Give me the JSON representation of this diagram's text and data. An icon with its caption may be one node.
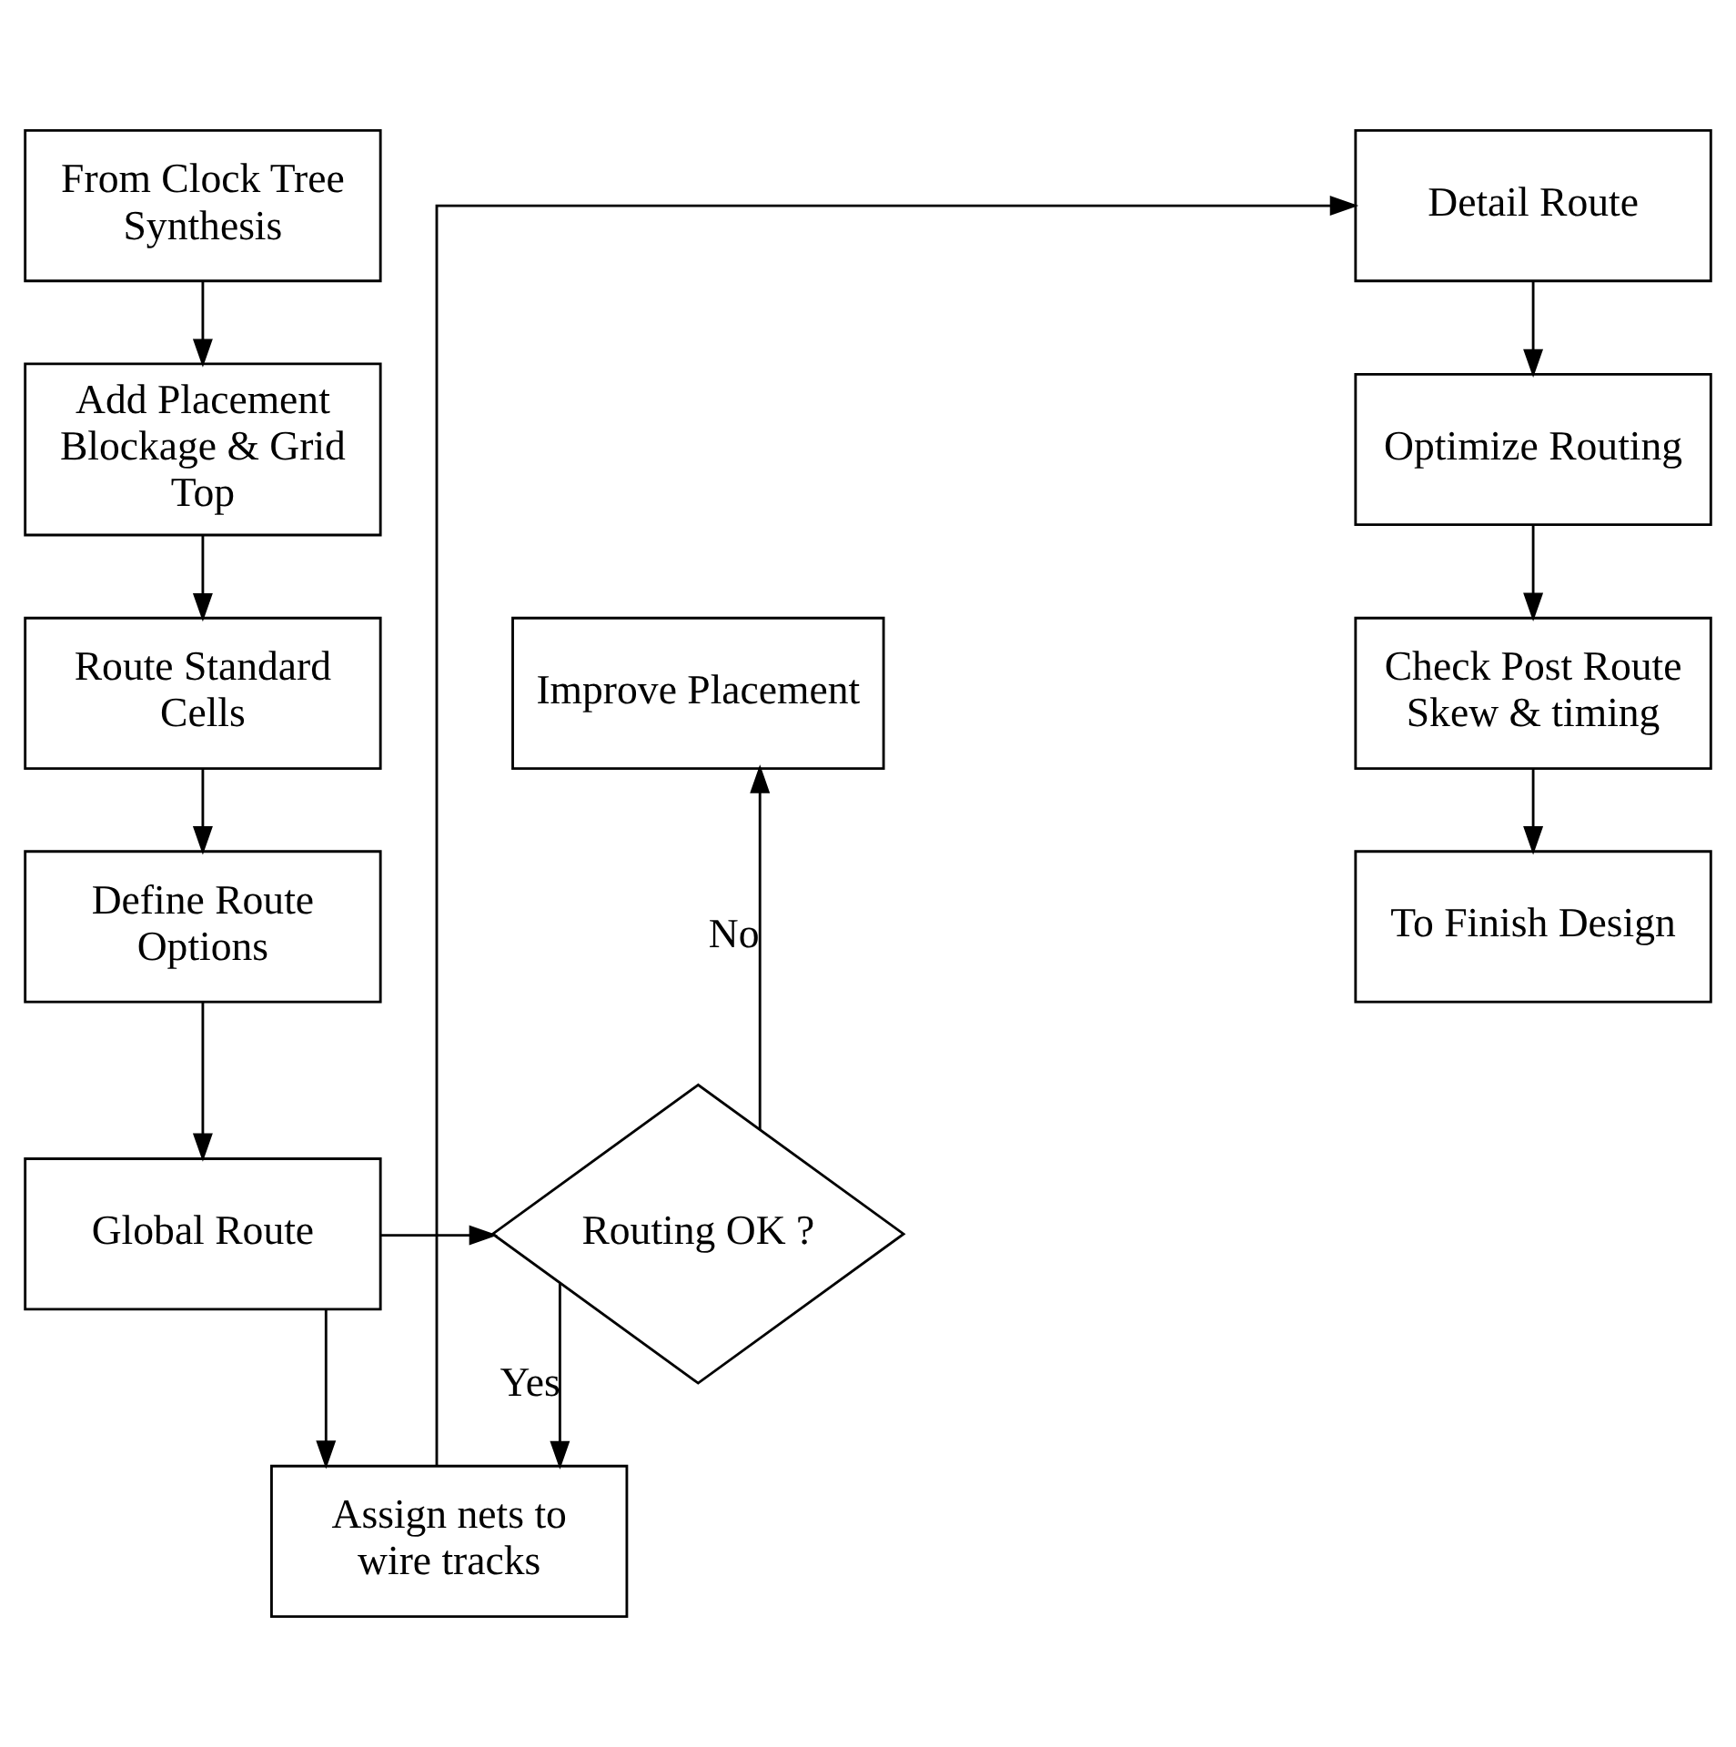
{
  "diagram": {
    "nodes": [
      {
        "text": [
          "From Clock Tree Synthesis"
        ]
      },
      {
        "text": [
          "Add Placement Blockage & Grid Top"
        ]
      },
      {
        "text": [
          "Route Standard Cells"
        ]
      },
      {
        "text": [
          "Define Route Options"
        ]
      },
      {
        "text": [
          "Global Route"
        ]
      },
      {
        "text": [
          "Improve Placement"
        ]
      },
      {
        "text": [
          "Routing OK ?"
        ]
      },
      {
        "text": [
          "Assign nets to wire tracks"
        ]
      },
      {
        "text": [
          "Detail Route"
        ]
      },
      {
        "text": [
          "Optimize Routing"
        ]
      },
      {
        "text": [
          "Check Post Route Skew & timing"
        ]
      },
      {
        "text": [
          "To Finish Design"
        ]
      }
    ],
    "edges": [
      {
        "from": 0,
        "to": 1,
        "arrow": "to"
      },
      {
        "from": 1,
        "to": 2,
        "arrow": "to"
      },
      {
        "from": 2,
        "to": 3,
        "arrow": "to"
      },
      {
        "from": 3,
        "to": 4,
        "arrow": "to"
      },
      {
        "from": 4,
        "to": 6,
        "arrow": "to"
      },
      {
        "from": 6,
        "to": 5,
        "arrow": "to",
        "label": "No"
      },
      {
        "from": 4,
        "to": 7,
        "arrow": "to"
      },
      {
        "from": 6,
        "to": 7,
        "arrow": "to",
        "label": "Yes"
      },
      {
        "from": 7,
        "to": 8,
        "arrow": "to"
      },
      {
        "from": 8,
        "to": 9,
        "arrow": "to"
      },
      {
        "from": 9,
        "to": 10,
        "arrow": "to"
      },
      {
        "from": 10,
        "to": 11,
        "arrow": "to"
      }
    ]
  }
}
